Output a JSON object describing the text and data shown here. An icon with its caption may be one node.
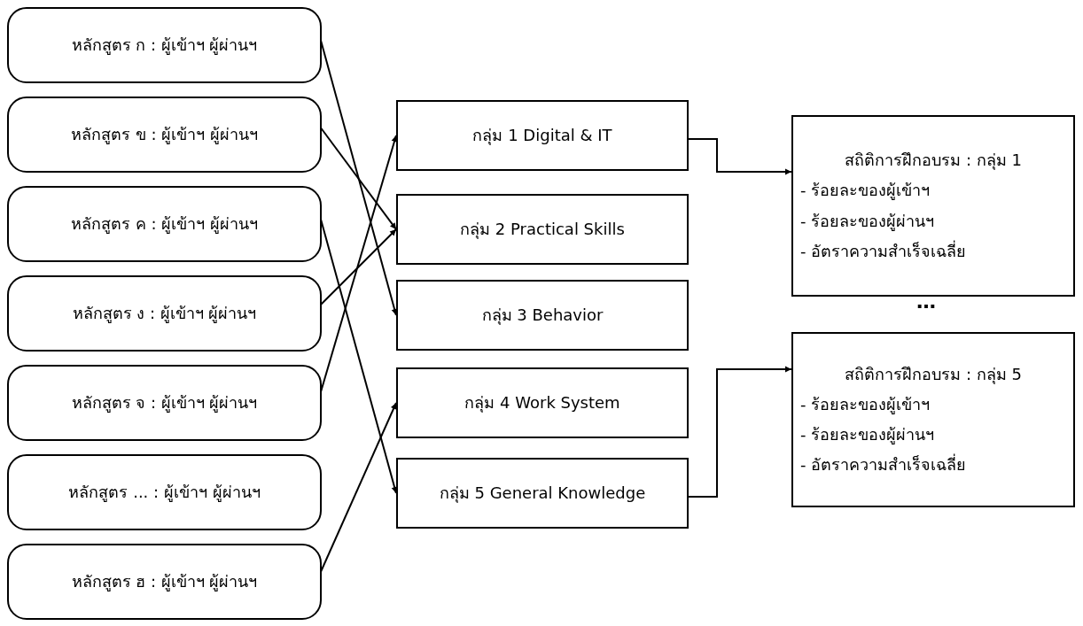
{
  "diagram": {
    "nodes": [
      {
        "text": [
          "หลักสูตร ก : ผู้เข้าฯ ผู้ผ่านฯ"
        ]
      },
      {
        "text": [
          "หลักสูตร ข : ผู้เข้าฯ ผู้ผ่านฯ"
        ]
      },
      {
        "text": [
          "หลักสูตร ค : ผู้เข้าฯ ผู้ผ่านฯ"
        ]
      },
      {
        "text": [
          "หลักสูตร ง : ผู้เข้าฯ ผู้ผ่านฯ"
        ]
      },
      {
        "text": [
          "หลักสูตร จ : ผู้เข้าฯ ผู้ผ่านฯ"
        ]
      },
      {
        "text": [
          "หลักสูตร ... : ผู้เข้าฯ ผู้ผ่านฯ"
        ]
      },
      {
        "text": [
          "หลักสูตร ฮ : ผู้เข้าฯ ผู้ผ่านฯ"
        ]
      },
      {
        "text": [
          "กลุ่ม 1 Digital & IT"
        ]
      },
      {
        "text": [
          "กลุ่ม 2 Practical Skills"
        ]
      },
      {
        "text": [
          "กลุ่ม 3 Behavior"
        ]
      },
      {
        "text": [
          "กลุ่ม 4 Work System"
        ]
      },
      {
        "text": [
          "กลุ่ม 5 General Knowledge"
        ]
      },
      {
        "text": [
          "สถิติการฝึกอบรม : กลุ่ม 1",
          "- ร้อยละของผู้เข้าฯ",
          "- ร้อยละของผู้ผ่านฯ",
          "- อัตราความสำเร็จเฉลี่ย"
        ]
      },
      {
        "text": [
          "สถิติการฝึกอบรม : กลุ่ม 5",
          "- ร้อยละของผู้เข้าฯ",
          "- ร้อยละของผู้ผ่านฯ",
          "- อัตราความสำเร็จเฉลี่ย"
        ]
      }
    ],
    "edges": [
      {
        "from": 0,
        "to": 9,
        "arrow": "to"
      },
      {
        "from": 1,
        "to": 8,
        "arrow": "to"
      },
      {
        "from": 2,
        "to": 11,
        "arrow": "to"
      },
      {
        "from": 3,
        "to": 8,
        "arrow": "to"
      },
      {
        "from": 4,
        "to": 7,
        "arrow": "to"
      },
      {
        "from": 6,
        "to": 10,
        "arrow": "to"
      },
      {
        "from": 7,
        "to": 12,
        "arrow": "to"
      },
      {
        "from": 11,
        "to": 13,
        "arrow": "to"
      }
    ],
    "labels": [
      "…"
    ]
  }
}
